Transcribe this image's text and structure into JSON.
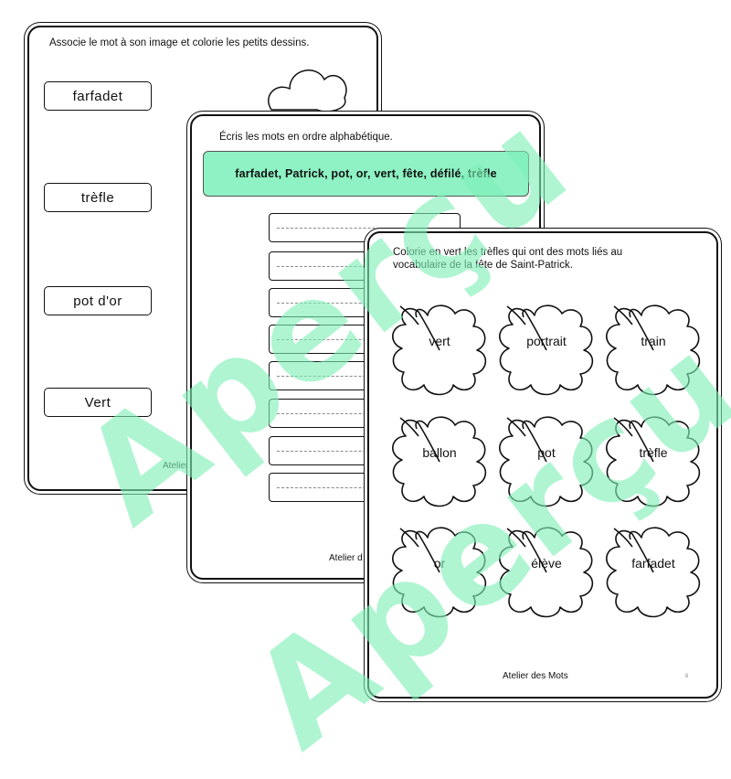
{
  "sheet1": {
    "instruction": "Associe le mot à son image et colorie les petits dessins.",
    "words": [
      "farfadet",
      "trèfle",
      "pot d'or",
      "Vert"
    ],
    "footer": "Atelier"
  },
  "sheet2": {
    "instruction": "Écris les mots en ordre alphabétique.",
    "word_bank": "farfadet, Patrick, pot, or, vert, fête, défilé, trèfle",
    "answer_line_count": 8,
    "footer": "Atelier d"
  },
  "sheet3": {
    "instruction_line1": "Colorie en vert les trèfles qui ont des mots liés au",
    "instruction_line2": "vocabulaire de la fête de Saint-Patrick.",
    "clovers": [
      "vert",
      "portrait",
      "train",
      "ballon",
      "pot",
      "trèfle",
      "or",
      "élève",
      "farfadet"
    ],
    "footer": "Atelier des Mots",
    "page_number": "6"
  },
  "watermark": {
    "text": "Aperçu",
    "color": "#7ff0b8"
  }
}
